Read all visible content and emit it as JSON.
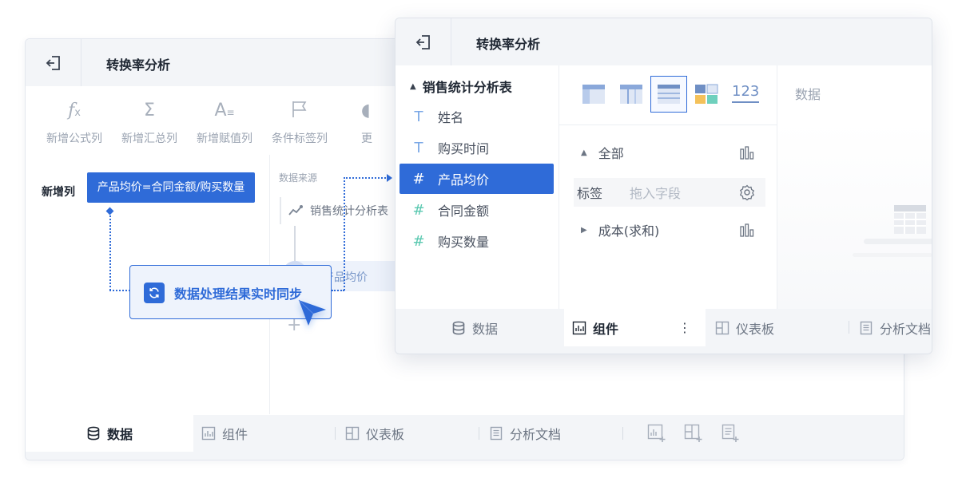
{
  "back_window": {
    "title": "转换率分析",
    "toolbar": [
      {
        "label": "新增公式列",
        "icon": "formula-icon"
      },
      {
        "label": "新增汇总列",
        "icon": "sum-icon"
      },
      {
        "label": "新增赋值列",
        "icon": "assign-icon"
      },
      {
        "label": "条件标签列",
        "icon": "flag-icon"
      },
      {
        "label": "更",
        "icon": "more-icon"
      }
    ],
    "new_column_label": "新增列",
    "new_column_formula": "产品均价=合同金额/购买数量",
    "data_source_title": "数据来源",
    "data_source_item": "销售统计分析表",
    "flow_node_label": "产品均价",
    "tabs": [
      {
        "label": "数据",
        "icon": "database-icon"
      },
      {
        "label": "组件",
        "icon": "chart-component-icon"
      },
      {
        "label": "仪表板",
        "icon": "dashboard-icon"
      },
      {
        "label": "分析文档",
        "icon": "document-icon"
      }
    ]
  },
  "sync_popup": {
    "text": "数据处理结果实时同步",
    "icon": "sync-icon",
    "accent": "#2f6bd8"
  },
  "front_window": {
    "title": "转换率分析",
    "table_name": "销售统计分析表",
    "fields": [
      {
        "label": "姓名",
        "type": "text"
      },
      {
        "label": "购买时间",
        "type": "text"
      },
      {
        "label": "产品均价",
        "type": "number",
        "selected": true
      },
      {
        "label": "合同金额",
        "type": "number"
      },
      {
        "label": "购买数量",
        "type": "number"
      }
    ],
    "chart_type_number": "123",
    "rows": {
      "all": "全部",
      "tag_label": "标签",
      "tag_placeholder": "拖入字段",
      "cost": "成本(求和)"
    },
    "data_col_label": "数据",
    "tabs": [
      {
        "label": "数据",
        "icon": "database-icon"
      },
      {
        "label": "组件",
        "icon": "chart-component-icon",
        "menu": "⋮"
      },
      {
        "label": "仪表板",
        "icon": "dashboard-icon"
      },
      {
        "label": "分析文档",
        "icon": "document-icon"
      }
    ]
  },
  "colors": {
    "primary": "#2f6bd8",
    "number_field": "#5ac8b0",
    "text_field": "#7aa7e6"
  }
}
